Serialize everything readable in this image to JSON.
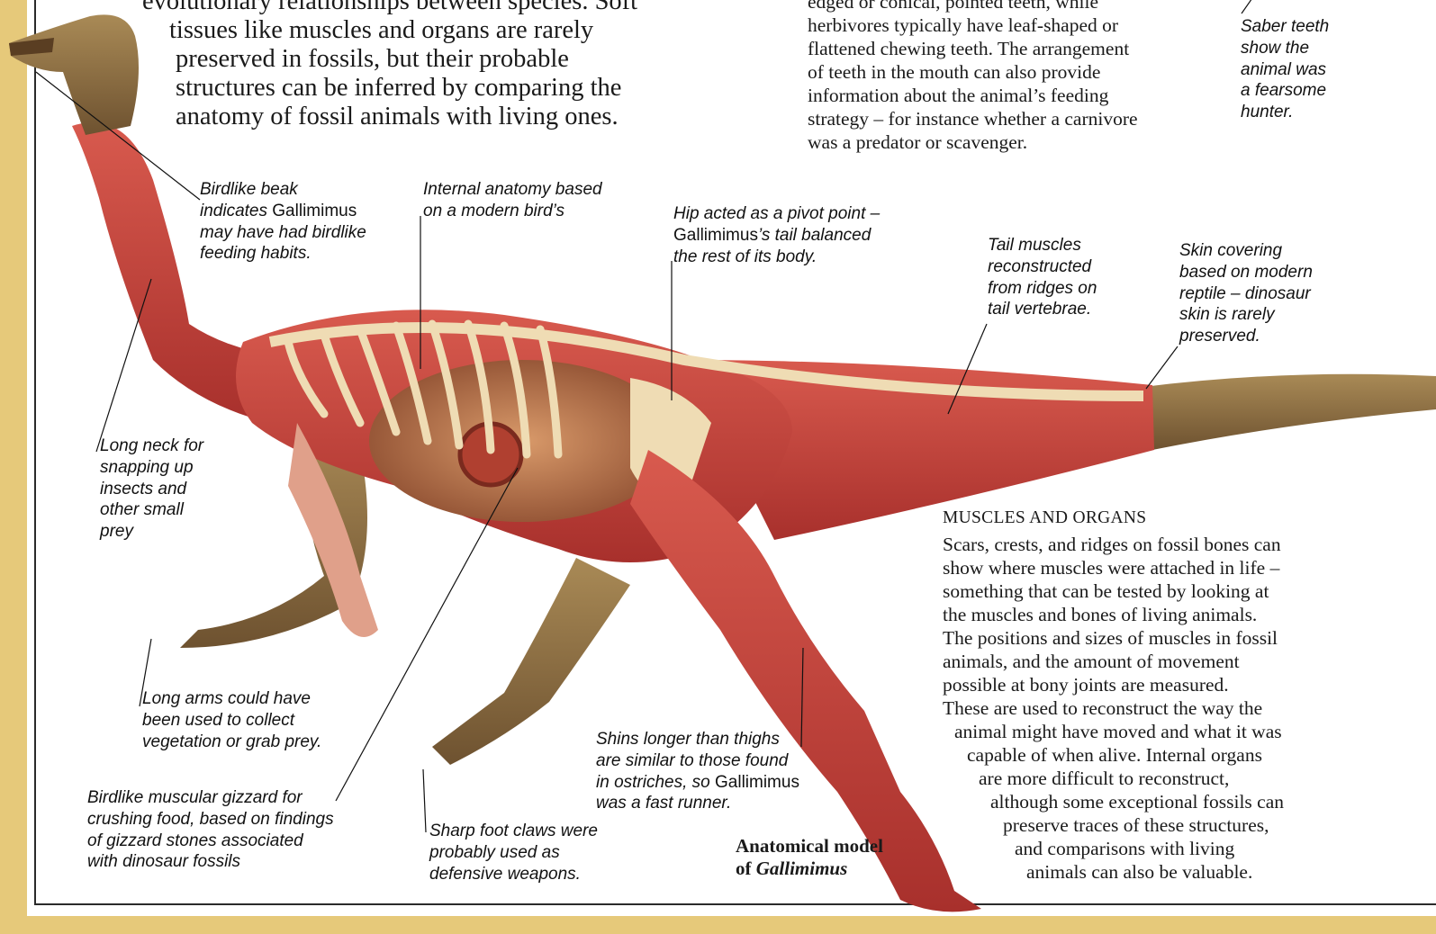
{
  "intro": {
    "line1": "evolutionary relationships between species. Soft",
    "line2": "tissues like muscles and organs are rarely",
    "line3": "preserved in fossils, but their probable",
    "line4": "structures can be inferred by comparing the",
    "line5": "anatomy of fossil animals with living ones."
  },
  "teeth_text": {
    "line1": "edged or conical, pointed teeth, while",
    "line2": "herbivores typically have leaf-shaped or",
    "line3": "flattened chewing teeth. The arrangement",
    "line4": "of teeth in the mouth can also provide",
    "line5": "information about the animal’s feeding",
    "line6": "strategy – for instance whether a carnivore",
    "line7": "was a predator or scavenger."
  },
  "saber_caption": {
    "line1": "Saber teeth",
    "line2": "show the",
    "line3": "animal was",
    "line4": "a fearsome",
    "line5": "hunter."
  },
  "captions": {
    "beak": {
      "l1": "Birdlike beak",
      "l2a": "indicates ",
      "l2b": "Gallimimus",
      "l3": "may have had birdlike",
      "l4": "feeding habits."
    },
    "internal": {
      "l1": "Internal anatomy based",
      "l2": "on a modern bird’s"
    },
    "hip": {
      "l1": "Hip acted as a pivot point –",
      "l2a": "Gallimimus",
      "l2b": "’s tail balanced",
      "l3": "the rest of its body."
    },
    "tail_muscles": {
      "l1": "Tail muscles",
      "l2": "reconstructed",
      "l3": "from ridges on",
      "l4": "tail vertebrae."
    },
    "skin": {
      "l1": "Skin covering",
      "l2": "based on modern",
      "l3": "reptile – dinosaur",
      "l4": "skin is rarely",
      "l5": "preserved."
    },
    "neck": {
      "l1": "Long neck for",
      "l2": "snapping up",
      "l3": "insects and",
      "l4": "other small",
      "l5": "prey"
    },
    "arms": {
      "l1": "Long arms could have",
      "l2": "been used to collect",
      "l3": "vegetation or grab prey."
    },
    "gizzard": {
      "l1": "Birdlike muscular gizzard for",
      "l2": "crushing food, based on findings",
      "l3": "of gizzard stones associated",
      "l4": "with dinosaur fossils"
    },
    "claws": {
      "l1": "Sharp foot claws were",
      "l2": "probably used as",
      "l3": "defensive weapons."
    },
    "shins": {
      "l1": "Shins longer than thighs",
      "l2": "are similar to those found",
      "l3a": "in ostriches, so ",
      "l3b": "Gallimimus",
      "l4": "was a fast runner."
    }
  },
  "figure_title": {
    "line1": "Anatomical model",
    "line2a": "of ",
    "line2b": "Gallimimus"
  },
  "muscles_section": {
    "heading": "MUSCLES AND ORGANS",
    "line1": "Scars, crests, and ridges on fossil bones can",
    "line2": "show where muscles were attached in life –",
    "line3": "something that can be tested by looking at",
    "line4": "the muscles and bones of living animals.",
    "line5": "The positions and sizes of muscles in fossil",
    "line6": "animals, and the amount of movement",
    "line7": "possible at bony joints are measured.",
    "line8": "These are used to reconstruct the way the",
    "line9": "animal might have moved and what it was",
    "line10": "capable of when alive. Internal organs",
    "line11": "are more difficult to reconstruct,",
    "line12": "although some exceptional fossils can",
    "line13": "preserve traces of these structures,",
    "line14": "and comparisons with living",
    "line15": "animals can also be valuable."
  },
  "colors": {
    "frame_gold": "#e6c97a",
    "muscle_red": "#c8403a",
    "bone_cream": "#efdcb4",
    "skin_brown": "#8a6a3e"
  }
}
